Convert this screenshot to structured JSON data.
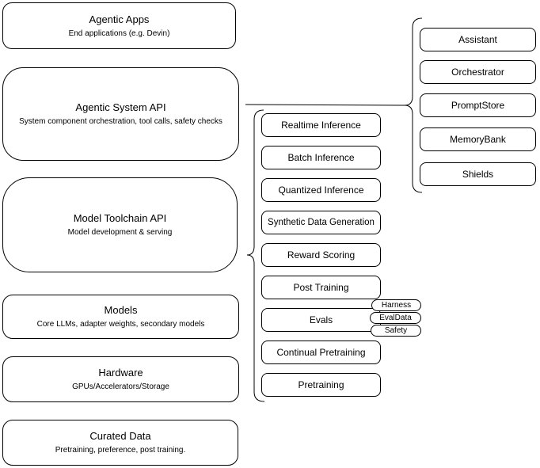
{
  "diagram": {
    "left_column": [
      {
        "title": "Agentic Apps",
        "subtitle": "End applications (e.g. Devin)"
      },
      {
        "title": "Agentic System API",
        "subtitle": "System component orchestration, tool calls, safety checks"
      },
      {
        "title": "Model Toolchain API",
        "subtitle": "Model development & serving"
      },
      {
        "title": "Models",
        "subtitle": "Core LLMs, adapter weights, secondary models"
      },
      {
        "title": "Hardware",
        "subtitle": "GPUs/Accelerators/Storage"
      },
      {
        "title": "Curated Data",
        "subtitle": "Pretraining, preference, post training."
      }
    ],
    "toolchain_items": [
      "Realtime Inference",
      "Batch Inference",
      "Quantized Inference",
      "Synthetic Data Generation",
      "Reward Scoring",
      "Post Training",
      "Evals",
      "Continual Pretraining",
      "Pretraining"
    ],
    "evals_tags": [
      "Harness",
      "EvalData",
      "Safety"
    ],
    "system_components": [
      "Assistant",
      "Orchestrator",
      "PromptStore",
      "MemoryBank",
      "Shields"
    ],
    "colors": {
      "stroke": "#000000",
      "background": "#ffffff"
    }
  }
}
